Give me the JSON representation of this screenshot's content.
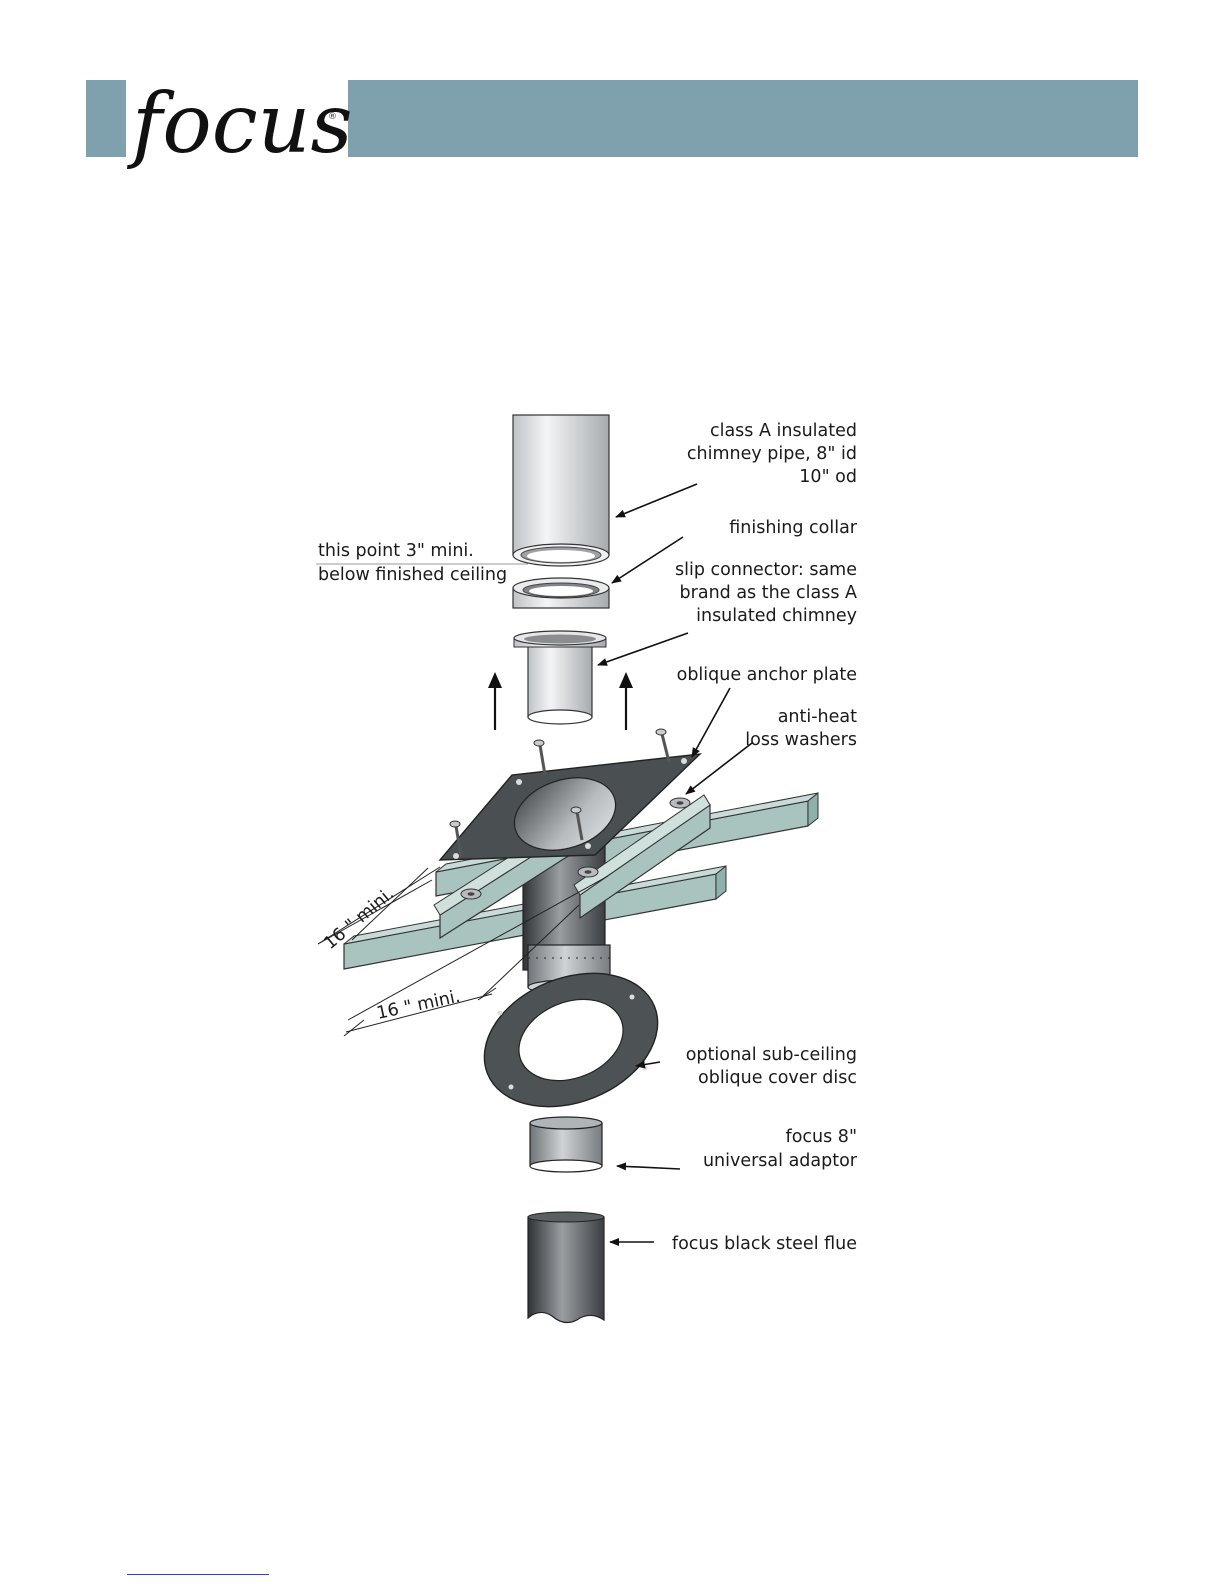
{
  "header": {
    "logo_text": "focus",
    "registered_mark": "®",
    "band_color": "#7fa0ad"
  },
  "labels": {
    "chimney_pipe": [
      "class A insulated",
      "chimney pipe, 8\" id",
      "10\" od"
    ],
    "finishing_collar": [
      "finishing collar"
    ],
    "this_point": [
      "this point 3\" mini.",
      "below finished ceiling"
    ],
    "slip_connector": [
      "slip connector: same",
      "brand as the class A",
      "insulated chimney"
    ],
    "anchor_plate": [
      "oblique anchor plate"
    ],
    "washers": [
      "anti-heat",
      "loss washers"
    ],
    "joist_dim_1": "16 \" mini.",
    "joist_dim_2": "16 \" mini.",
    "cover_disc": [
      "optional sub-ceiling",
      "oblique cover disc"
    ],
    "adaptor": [
      "focus 8\"",
      "universal adaptor"
    ],
    "flue": [
      "focus black steel flue"
    ]
  },
  "colors": {
    "wood": "#a9c3bf",
    "plate": "#4a4f52",
    "pipe_light": "#d9dcde",
    "pipe_dark": "#555a5e"
  }
}
